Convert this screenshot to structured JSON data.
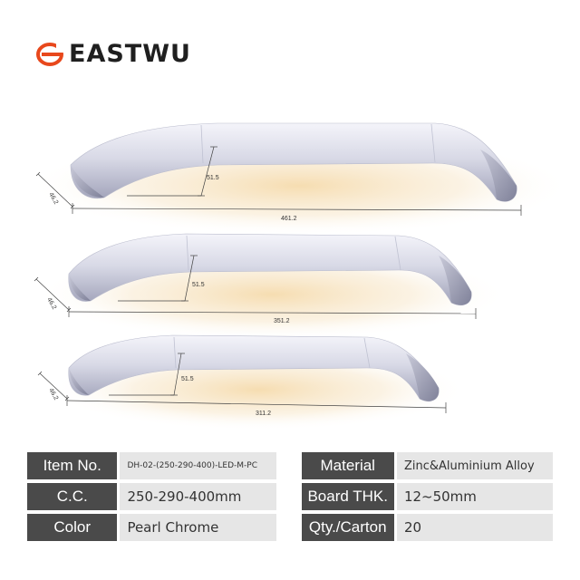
{
  "brand": {
    "name": "EASTWU"
  },
  "colors": {
    "accent": "#e8481c",
    "key_bg": "#4a4a4a",
    "val_bg": "#e6e6e6",
    "glow": "#f5d9a8"
  },
  "handles": [
    {
      "height": "46.2",
      "projection": "51.5",
      "length": "461.2"
    },
    {
      "height": "46.2",
      "projection": "51.5",
      "length": "351.2"
    },
    {
      "height": "46.2",
      "projection": "51.5",
      "length": "311.2"
    }
  ],
  "specs": {
    "item_no": {
      "label": "Item No.",
      "value": "DH-02-(250-290-400)-LED-M-PC"
    },
    "material": {
      "label": "Material",
      "value": "Zinc&Aluminium Alloy"
    },
    "cc": {
      "label": "C.C.",
      "value": "250-290-400mm"
    },
    "board": {
      "label": "Board THK.",
      "value": "12~50mm"
    },
    "color": {
      "label": "Color",
      "value": "Pearl Chrome"
    },
    "qty": {
      "label": "Qty./Carton",
      "value": "20"
    }
  }
}
